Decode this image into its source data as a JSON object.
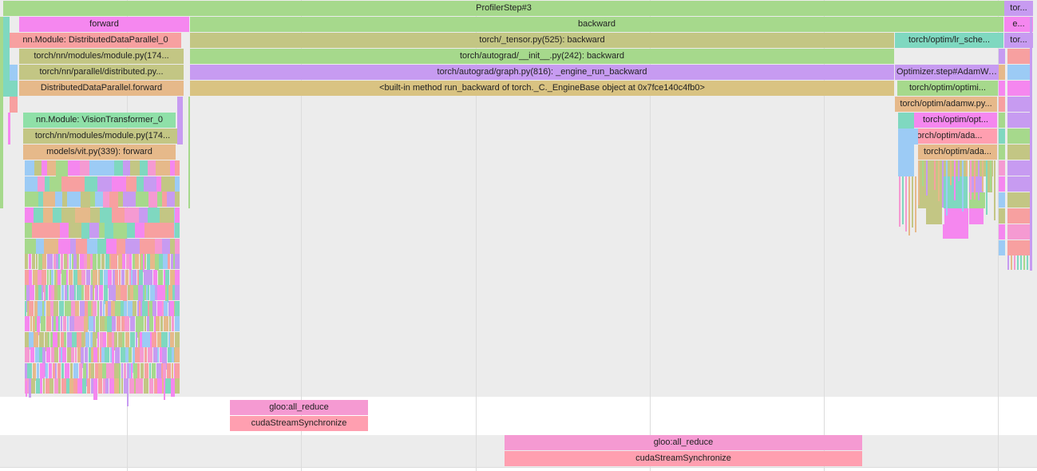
{
  "view": "trace-flame-chart",
  "colors": {
    "lane_gray": "#ececec",
    "lane_white": "#ffffff",
    "grid": "#dcdcdc",
    "green": "#a6d98c",
    "light_green": "#b3dd9e",
    "olive": "#c3c684",
    "pink": "#f59ad2",
    "magenta": "#f587ef",
    "salmon": "#f7a0a0",
    "tan": "#e6b98a",
    "purple": "#c79bf1",
    "teal": "#7fd8c0",
    "blue": "#9ccbf5",
    "khaki": "#d9c382",
    "mint": "#8fe0a8",
    "rose": "#ff9fb0"
  },
  "slices": [
    {
      "label": "ProfilerStep#3",
      "color": "green"
    },
    {
      "label": "tor...",
      "color": "purple"
    },
    {
      "label": "forward",
      "color": "magenta"
    },
    {
      "label": "backward",
      "color": "green"
    },
    {
      "label": "e...",
      "color": "magenta"
    },
    {
      "label": "nn.Module: DistributedDataParallel_0",
      "color": "salmon"
    },
    {
      "label": "torch/_tensor.py(525): backward",
      "color": "olive"
    },
    {
      "label": "torch/optim/lr_sche...",
      "color": "teal"
    },
    {
      "label": "tor...",
      "color": "purple"
    },
    {
      "label": "torch/nn/modules/module.py(174...",
      "color": "olive"
    },
    {
      "label": "torch/autograd/__init__.py(242): backward",
      "color": "green"
    },
    {
      "label": "torch/nn/parallel/distributed.py...",
      "color": "olive"
    },
    {
      "label": "torch/autograd/graph.py(816): _engine_run_backward",
      "color": "purple"
    },
    {
      "label": "Optimizer.step#AdamW.step",
      "color": "purple"
    },
    {
      "label": "DistributedDataParallel.forward",
      "color": "tan"
    },
    {
      "label": "<built-in method run_backward of torch._C._EngineBase object at 0x7fce140c4fb0>",
      "color": "khaki"
    },
    {
      "label": "torch/optim/optimi...",
      "color": "green"
    },
    {
      "label": "torch/optim/adamw.py...",
      "color": "tan"
    },
    {
      "label": "nn.Module: VisionTransformer_0",
      "color": "mint"
    },
    {
      "label": "torch/optim/opt...",
      "color": "magenta"
    },
    {
      "label": "torch/nn/modules/module.py(174...",
      "color": "olive"
    },
    {
      "label": "torch/optim/ada...",
      "color": "rose"
    },
    {
      "label": "models/vit.py(339): forward",
      "color": "tan"
    },
    {
      "label": "torch/optim/ada...",
      "color": "tan"
    },
    {
      "label": "gloo:all_reduce",
      "color": "pink"
    },
    {
      "label": "cudaStreamSynchronize",
      "color": "rose"
    },
    {
      "label": "gloo:all_reduce",
      "color": "pink"
    },
    {
      "label": "cudaStreamSynchronize",
      "color": "rose"
    }
  ]
}
